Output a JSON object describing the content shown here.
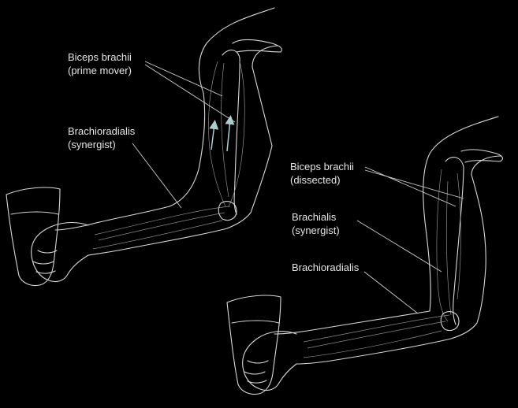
{
  "figure1": {
    "label_biceps_name": "Biceps brachii",
    "label_biceps_role": "(prime mover)",
    "label_brachioradialis_name": "Brachioradialis",
    "label_brachioradialis_role": "(synergist)"
  },
  "figure2": {
    "label_biceps_name": "Biceps brachii",
    "label_biceps_role": "(dissected)",
    "label_brachialis_name": "Brachialis",
    "label_brachialis_role": "(synergist)",
    "label_brachioradialis_name": "Brachioradialis"
  },
  "colors": {
    "background": "#000000",
    "outline": "#d8d8d8",
    "text": "#e6e6e6",
    "arrow": "#a9cfd0"
  }
}
